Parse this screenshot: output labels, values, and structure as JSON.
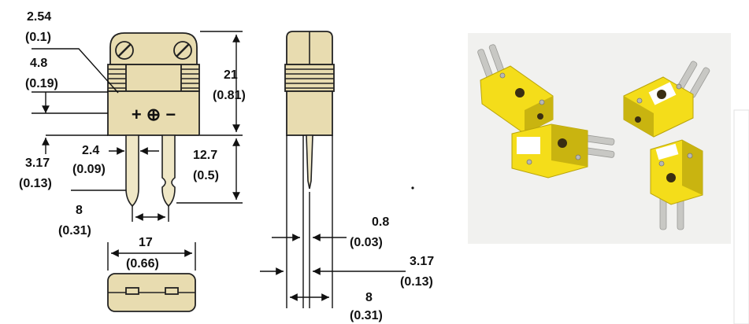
{
  "colors": {
    "part_fill": "#e8dcb0",
    "part_stroke": "#222222",
    "pin_fill": "#efe7c6",
    "dim_line": "#111111",
    "photo_bg": "#f1f1ef",
    "connector_yellow": "#f4dd1a",
    "connector_shadow": "#c9b410",
    "pin_metal": "#c8c8c4"
  },
  "front_view": {
    "polarity_symbols": "+ ⊕ −"
  },
  "dimensions": {
    "wire_slot": {
      "value": "2.54",
      "inch": "(0.1)"
    },
    "clamp_height": {
      "value": "4.8",
      "inch": "(0.19)"
    },
    "overall_height": {
      "value": "21",
      "inch": "(0.81)"
    },
    "pin_width": {
      "value": "2.4",
      "inch": "(0.09)"
    },
    "pin_offset": {
      "value": "3.17",
      "inch": "(0.13)"
    },
    "pin_length": {
      "value": "12.7",
      "inch": "(0.5)"
    },
    "pin_spacing": {
      "value": "8",
      "inch": "(0.31)"
    },
    "body_width": {
      "value": "17",
      "inch": "(0.66)"
    },
    "pin_thickness": {
      "value": "0.8",
      "inch": "(0.03)"
    },
    "side_offset": {
      "value": "3.17",
      "inch": "(0.13)"
    },
    "body_depth": {
      "value": "8",
      "inch": "(0.31)"
    }
  },
  "photo": {
    "icon": "yellow-thermocouple-connectors-photo"
  }
}
